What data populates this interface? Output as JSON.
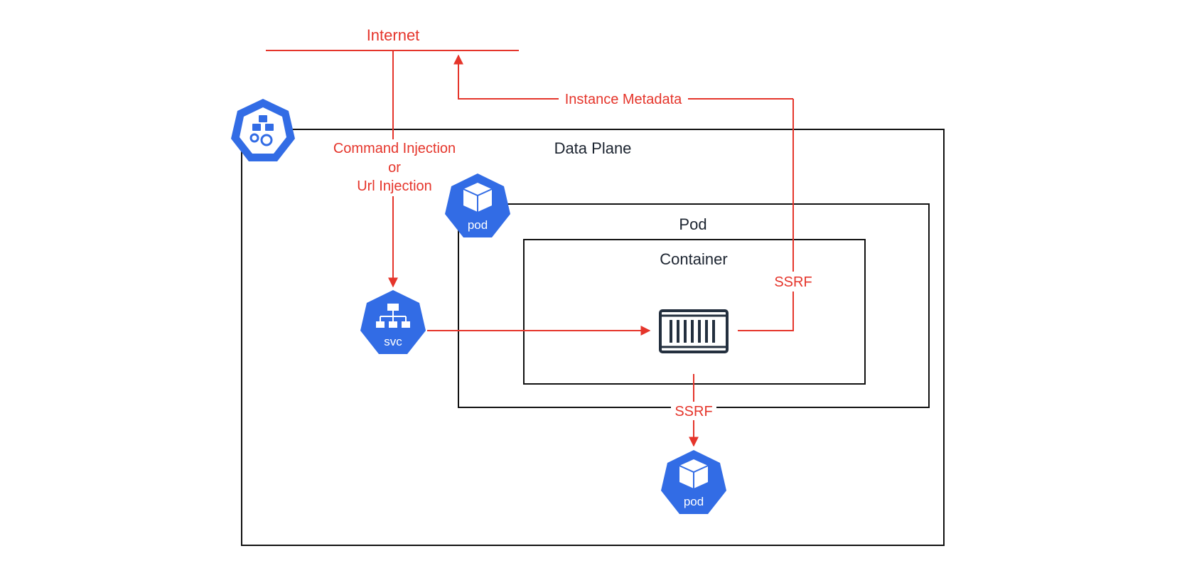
{
  "diagram": {
    "accent_color": "#e5352b",
    "k8s_blue": "#326ce5",
    "labels": {
      "internet": "Internet",
      "instance_metadata": "Instance Metadata",
      "command_injection": "Command Injection",
      "or": "or",
      "url_injection": "Url Injection",
      "data_plane": "Data Plane",
      "pod_box": "Pod",
      "container_box": "Container",
      "ssrf_metadata": "SSRF",
      "ssrf_pod": "SSRF"
    },
    "icons": {
      "control_plane": "kubernetes-control-plane-icon",
      "pod_top": {
        "name": "kubernetes-pod-icon",
        "label": "pod"
      },
      "svc": {
        "name": "kubernetes-service-icon",
        "label": "svc"
      },
      "container": "container-icon",
      "pod_bottom": {
        "name": "kubernetes-pod-icon",
        "label": "pod"
      }
    }
  }
}
